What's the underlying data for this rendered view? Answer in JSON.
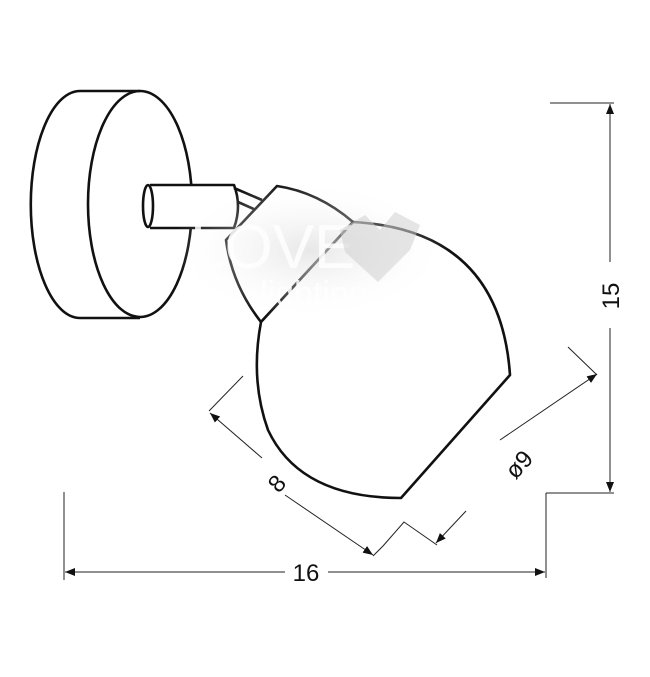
{
  "drawing": {
    "dimensions": {
      "height": "15",
      "width": "16",
      "shade_depth": "8",
      "shade_diameter": "ø9"
    },
    "watermark": {
      "brand_top": "LOVE",
      "brand_bottom": "lighting"
    },
    "colors": {
      "line": "#111111",
      "background": "#ffffff"
    }
  }
}
